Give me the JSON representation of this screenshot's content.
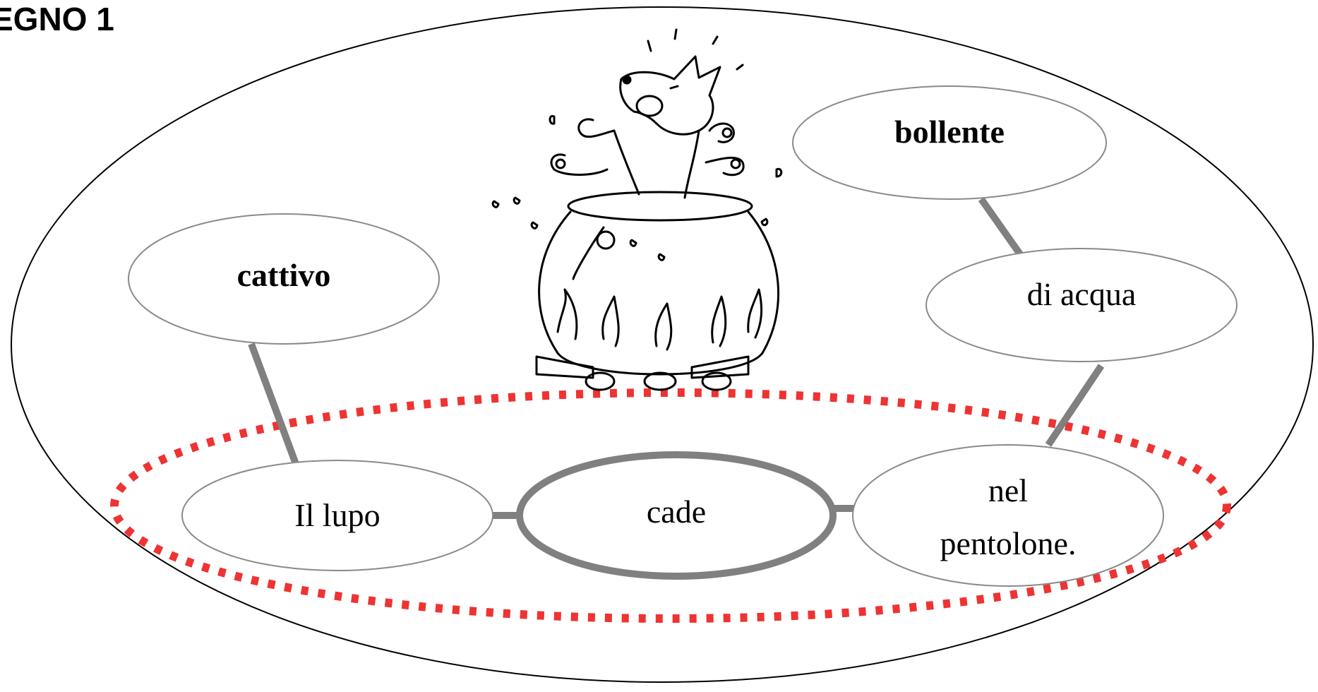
{
  "heading": "EGNO 1",
  "nodes": {
    "subject": "Il lupo",
    "verb": "cade",
    "complement_line1": "nel",
    "complement_line2": "pentolone.",
    "attribute_subject": "cattivo",
    "expansion": "di acqua",
    "attribute_water": "bollente"
  },
  "illustration": "wolf-in-boiling-pot",
  "colors": {
    "outline": "#000000",
    "connector": "#808080",
    "node_border": "#8a8a8a",
    "core_dash": "#ee3333"
  }
}
